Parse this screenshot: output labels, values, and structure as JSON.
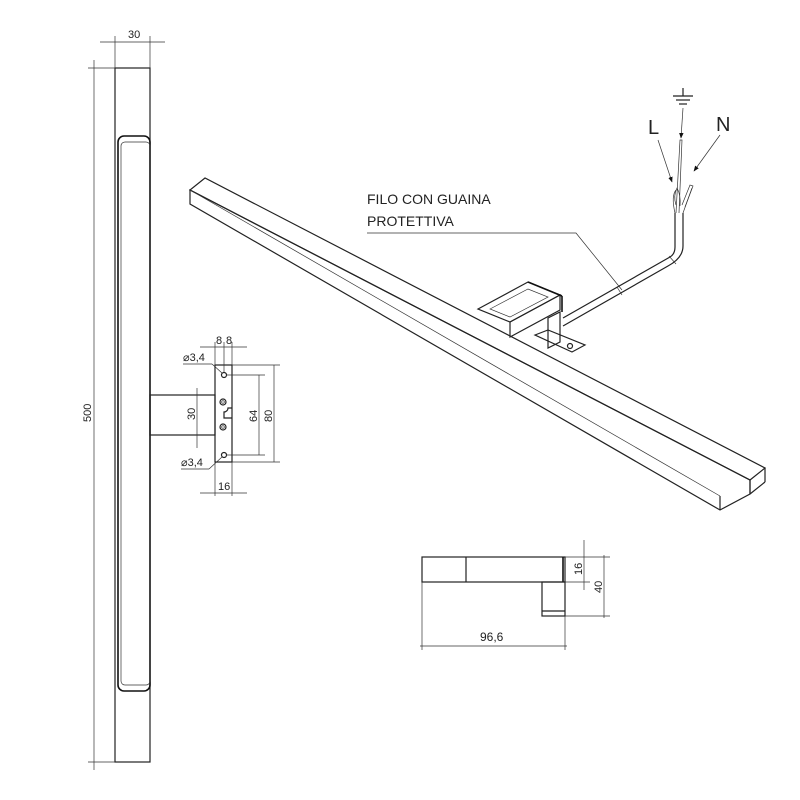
{
  "front_view": {
    "width_dim": "30",
    "height_dim": "500"
  },
  "bracket_detail": {
    "hole_spacing_top": "8",
    "hole_spacing_top_2": "8",
    "hole_diameter_top": "⌀3,4",
    "hole_diameter_bottom": "⌀3,4",
    "arm_height": "30",
    "hole_distance": "64",
    "plate_height": "80",
    "plate_width": "16"
  },
  "isometric_view": {
    "cable_label_line1": "FILO CON GUAINA",
    "cable_label_line2": "PROTETTIVA",
    "wire_live": "L",
    "wire_neutral": "N",
    "wire_earth_symbol": "earth-ground"
  },
  "side_view": {
    "depth_dim": "96,6",
    "bar_height_dim": "16",
    "total_height_dim": "40"
  }
}
